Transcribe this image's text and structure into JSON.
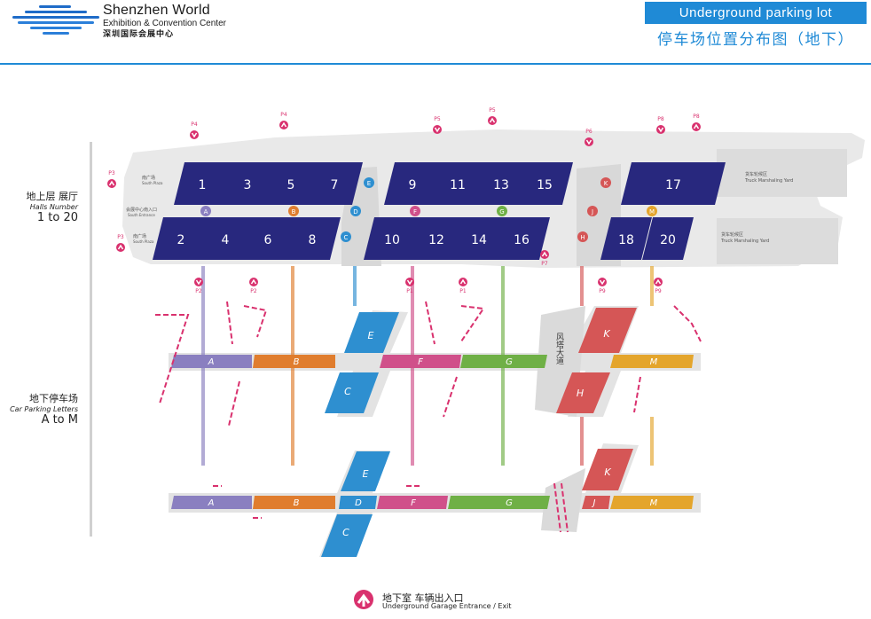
{
  "brand": {
    "name_en": "Shenzhen World",
    "subtitle_en": "Exhibition & Convention Center",
    "name_cn": "深圳国际会展中心"
  },
  "title": {
    "en": "Underground parking lot",
    "cn": "停车场位置分布图（地下）"
  },
  "legend_side": {
    "halls_cn": "地上层 展厅",
    "halls_en": "Halls Number",
    "halls_range": "1 to 20",
    "parking_cn": "地下停车场",
    "parking_en": "Car Parking Letters",
    "parking_range": "A to M"
  },
  "footer": {
    "cn": "地下室 车辆出入口",
    "en": "Underground Garage Entrance / Exit"
  },
  "colors": {
    "hall": "#28287e",
    "accent_blue": "#1f8ad6",
    "A": "#8a7fc0",
    "B": "#e07d2e",
    "C": "#2e8fd0",
    "D": "#2e8fd0",
    "E": "#2e8fd0",
    "F": "#d0508a",
    "G": "#6fb046",
    "H": "#d55656",
    "J": "#d55656",
    "K": "#d55656",
    "M": "#e4a52c",
    "gate": "#d9316e",
    "ground": "#e6e6e6"
  },
  "halls_top": [
    "1",
    "3",
    "5",
    "7",
    "9",
    "11",
    "13",
    "15",
    "17"
  ],
  "halls_bottom": [
    "2",
    "4",
    "6",
    "8",
    "10",
    "12",
    "14",
    "16",
    "18",
    "20"
  ],
  "ground_markers": [
    "A",
    "B",
    "C",
    "D",
    "E",
    "F",
    "G",
    "H",
    "J",
    "K",
    "M"
  ],
  "ground_labels": {
    "south_plaza_top_cn": "南广场",
    "south_plaza_top_en": "South Plaza",
    "south_entrance_cn": "会展中心南入口",
    "south_entrance_en": "South Entrance",
    "south_plaza_bottom_cn": "南广场",
    "south_plaza_bottom_en": "South Plaza",
    "truck_yard_top_cn": "货车轮候区",
    "truck_yard_top_en": "Truck Marshaling Yard",
    "truck_yard_bottom_cn": "货车轮候区",
    "truck_yard_bottom_en": "Truck Marshaling Yard",
    "wind_tower": "风塔大道"
  },
  "gates": [
    {
      "label": "P3",
      "dir": "up"
    },
    {
      "label": "P3",
      "dir": "up"
    },
    {
      "label": "P4",
      "dir": "down"
    },
    {
      "label": "P4",
      "dir": "up"
    },
    {
      "label": "P5",
      "dir": "down"
    },
    {
      "label": "P5",
      "dir": "up"
    },
    {
      "label": "P6",
      "dir": "down"
    },
    {
      "label": "P8",
      "dir": "down"
    },
    {
      "label": "P8",
      "dir": "up"
    },
    {
      "label": "P2",
      "dir": "down"
    },
    {
      "label": "P2",
      "dir": "up"
    },
    {
      "label": "P1",
      "dir": "down"
    },
    {
      "label": "P1",
      "dir": "up"
    },
    {
      "label": "P7",
      "dir": "up"
    },
    {
      "label": "P9",
      "dir": "down"
    },
    {
      "label": "P9",
      "dir": "up"
    }
  ],
  "parking_upper": [
    "A",
    "B",
    "C",
    "E",
    "F",
    "G",
    "H",
    "K",
    "M"
  ],
  "parking_lower": [
    "A",
    "B",
    "C",
    "D",
    "E",
    "F",
    "G",
    "J",
    "K",
    "M"
  ]
}
